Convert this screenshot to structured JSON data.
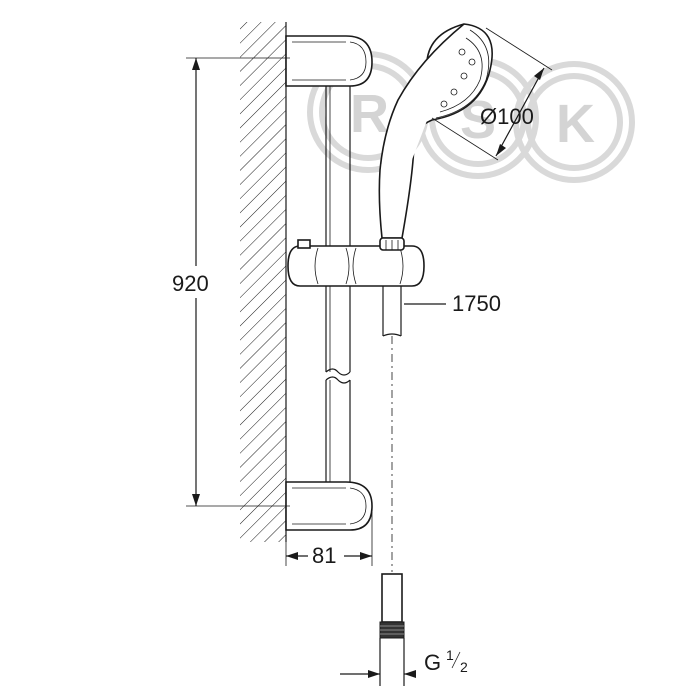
{
  "drawing": {
    "height_dim": "920",
    "depth_dim": "81",
    "head_dia": "Ø100",
    "hose_len": "1750",
    "thread_main": "G",
    "thread_num": "1",
    "thread_den": "2"
  },
  "watermark": {
    "letters": [
      "R",
      "S",
      "K"
    ]
  }
}
